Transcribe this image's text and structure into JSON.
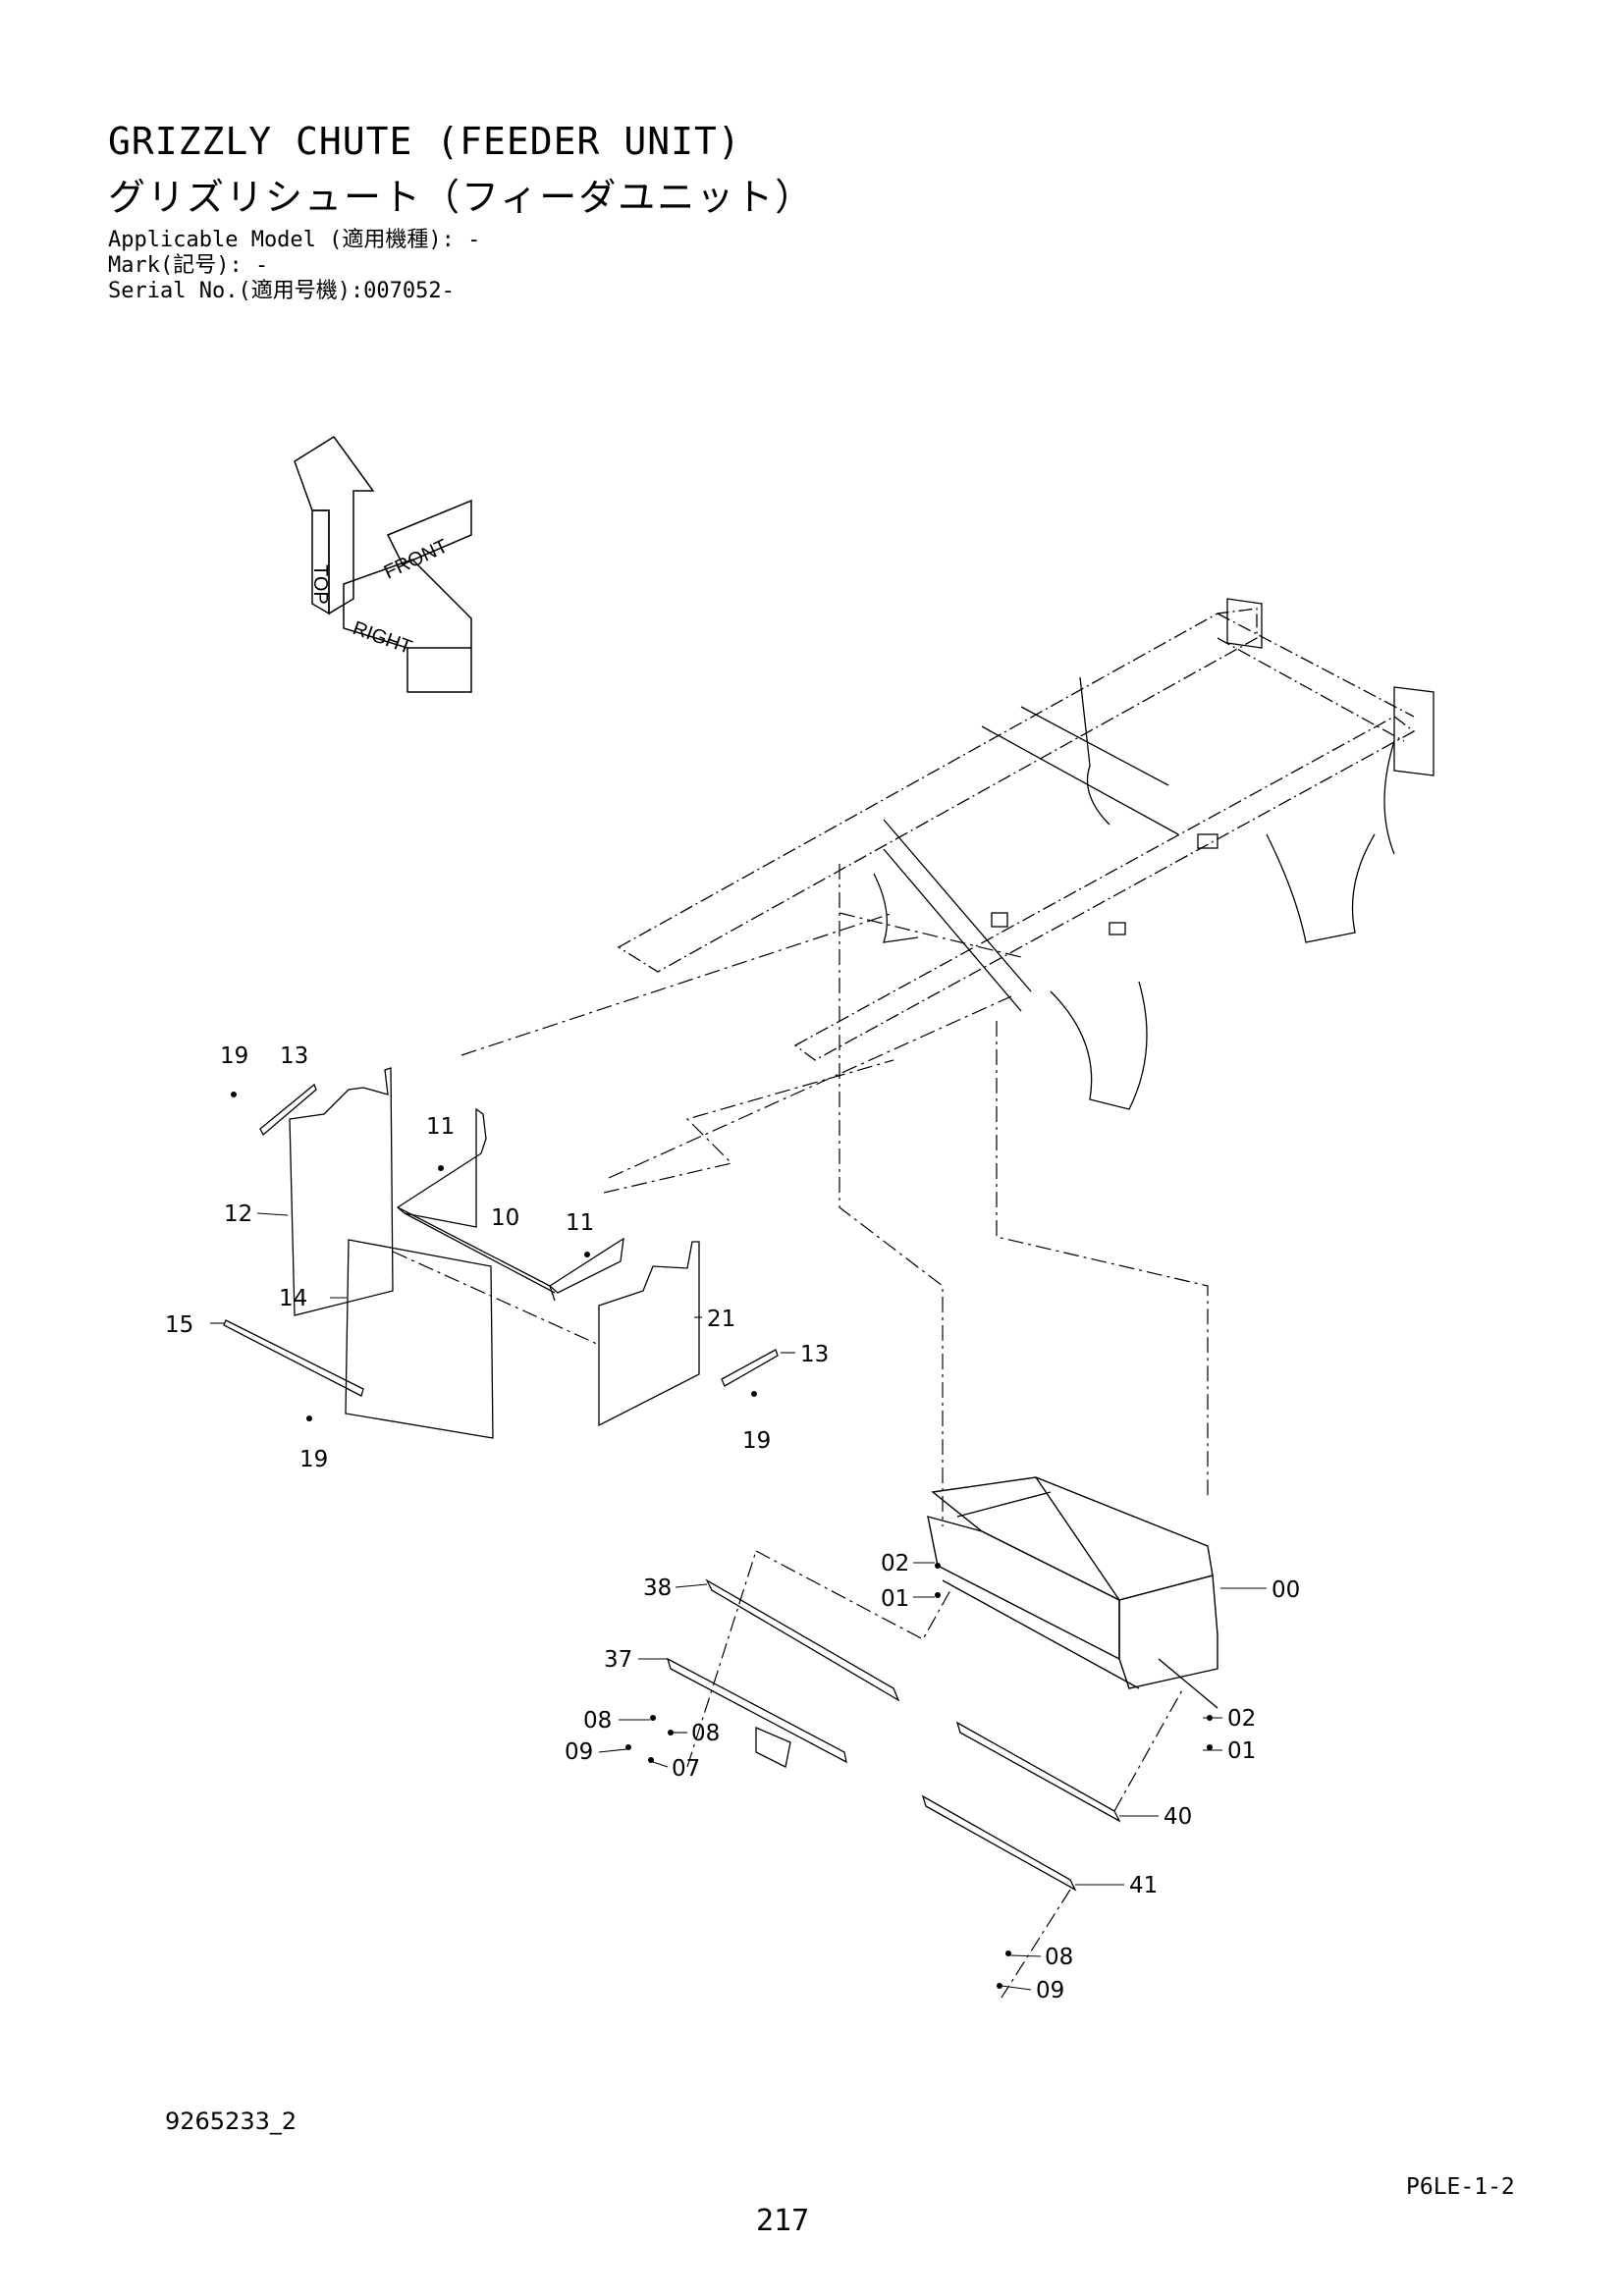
{
  "header": {
    "title_en": "GRIZZLY CHUTE (FEEDER UNIT)",
    "title_jp": "グリズリシュート（フィーダユニット）",
    "applicable_model": "Applicable Model (適用機種): -",
    "mark": "Mark(記号): -",
    "serial_no": "Serial No.(適用号機):007052-"
  },
  "orientation_icon": {
    "labels": [
      "TOP",
      "FRONT",
      "RIGHT"
    ]
  },
  "callouts": [
    "19",
    "13",
    "12",
    "11",
    "10",
    "11",
    "14",
    "15",
    "19",
    "21",
    "13",
    "19",
    "02",
    "01",
    "00",
    "38",
    "37",
    "08",
    "09",
    "08",
    "07",
    "02",
    "01",
    "40",
    "41",
    "08",
    "09"
  ],
  "footer": {
    "drawing_number": "9265233_2",
    "sheet_code": "P6LE-1-2",
    "page_number": "217"
  }
}
